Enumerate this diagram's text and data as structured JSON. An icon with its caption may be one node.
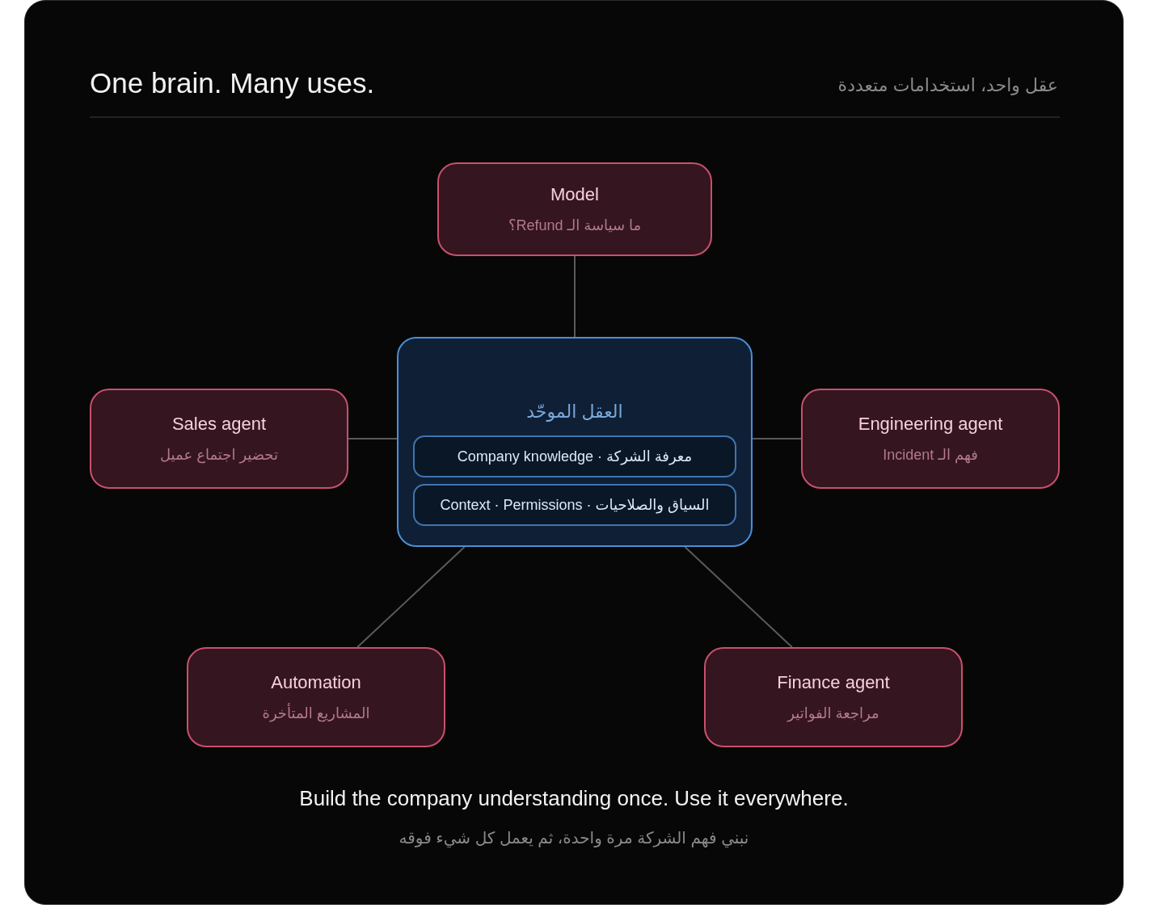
{
  "diagram": {
    "title": "One brain. Many uses.",
    "caption": "Build the company understanding once. Use it everywhere.",
    "nodes": [
      {
        "text": [
          "Model",
          "ما سياسة الـ Refund؟"
        ]
      },
      {
        "text": [
          "Sales agent",
          "تحضير اجتماع عميل"
        ]
      },
      {
        "text": [
          "العقل الموحّد"
        ]
      },
      {
        "text": [
          "Company knowledge · معرفة الشركة"
        ],
        "in": 2
      },
      {
        "text": [
          "Context · Permissions · السياق والصلاحيات"
        ],
        "in": 2
      },
      {
        "text": [
          "Engineering agent",
          "فهم الـ Incident"
        ]
      },
      {
        "text": [
          "Automation",
          "المشاريع المتأخرة"
        ]
      },
      {
        "text": [
          "Finance agent",
          "مراجعة الفواتير"
        ]
      }
    ],
    "edges": [
      {
        "from": 0,
        "to": 2,
        "arrow": "none"
      },
      {
        "from": 1,
        "to": 2,
        "arrow": "none"
      },
      {
        "from": 2,
        "to": 5,
        "arrow": "none"
      },
      {
        "from": 2,
        "to": 6,
        "arrow": "none"
      },
      {
        "from": 2,
        "to": 7,
        "arrow": "none"
      }
    ],
    "labels": [
      "عقل واحد، استخدامات متعددة",
      "نبني فهم الشركة مرة واحدة، ثم يعمل كل شيء فوقه"
    ]
  }
}
